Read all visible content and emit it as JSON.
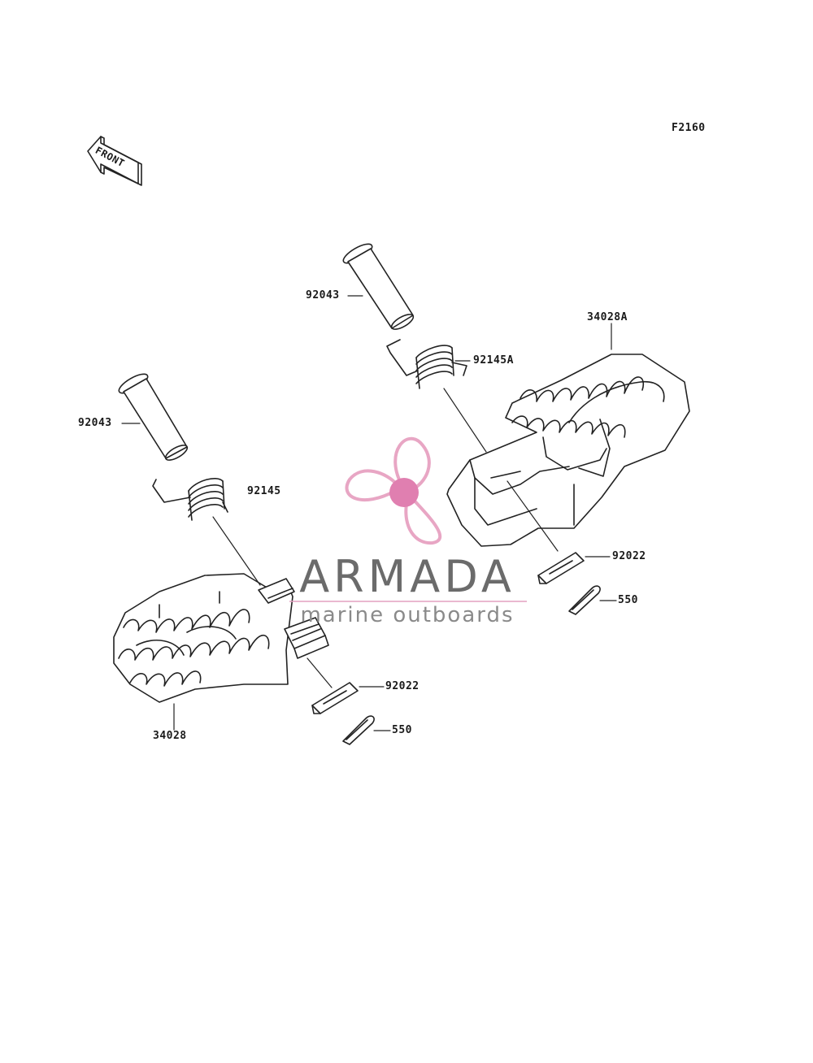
{
  "diagram": {
    "code": "F2160",
    "front_label": "FRONT",
    "parts": {
      "pin_rear": "92043",
      "pin_front": "92043",
      "spring_right": "92145A",
      "spring_left": "92145",
      "footpeg_right": "34028A",
      "footpeg_left": "34028",
      "washer_right": "92022",
      "washer_left": "92022",
      "cotter_right": "550",
      "cotter_left": "550"
    }
  },
  "watermark": {
    "brand": "ARMADA",
    "tagline": "marine outboards",
    "colors": {
      "logo": "#e8a6c4",
      "logo_center": "#e07fb0",
      "text": "#6b6b6b",
      "rule": "#e3a0c0"
    }
  }
}
